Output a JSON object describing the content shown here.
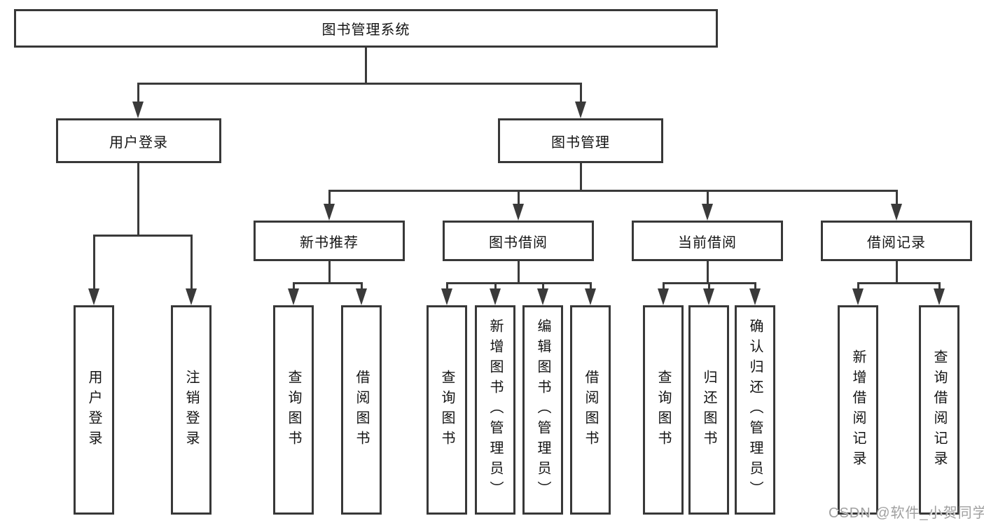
{
  "diagram": {
    "type": "hierarchy-tree",
    "title": "图书管理系统",
    "nodes": {
      "root": {
        "label": "图书管理系统"
      },
      "user_login": {
        "label": "用户登录"
      },
      "book_mgmt": {
        "label": "图书管理"
      },
      "new_book_rec": {
        "label": "新书推荐"
      },
      "book_borrow": {
        "label": "图书借阅"
      },
      "current_borrow": {
        "label": "当前借阅"
      },
      "borrow_records": {
        "label": "借阅记录"
      },
      "leaf_user_login": {
        "label": "用户登录"
      },
      "leaf_logout": {
        "label": "注销登录"
      },
      "leaf_nbr_query": {
        "label": "查询图书"
      },
      "leaf_nbr_borrow": {
        "label": "借阅图书"
      },
      "leaf_bb_query": {
        "label": "查询图书"
      },
      "leaf_bb_add": {
        "label": "新增图书（管理员）"
      },
      "leaf_bb_edit": {
        "label": "编辑图书（管理员）"
      },
      "leaf_bb_borrow": {
        "label": "借阅图书"
      },
      "leaf_cb_query": {
        "label": "查询图书"
      },
      "leaf_cb_return": {
        "label": "归还图书"
      },
      "leaf_cb_confirm": {
        "label": "确认归还（管理员）"
      },
      "leaf_br_add": {
        "label": "新增借阅记录"
      },
      "leaf_br_query": {
        "label": "查询借阅记录"
      }
    },
    "edges": [
      [
        "root",
        "user_login"
      ],
      [
        "root",
        "book_mgmt"
      ],
      [
        "user_login",
        "leaf_user_login"
      ],
      [
        "user_login",
        "leaf_logout"
      ],
      [
        "book_mgmt",
        "new_book_rec"
      ],
      [
        "book_mgmt",
        "book_borrow"
      ],
      [
        "book_mgmt",
        "current_borrow"
      ],
      [
        "book_mgmt",
        "borrow_records"
      ],
      [
        "new_book_rec",
        "leaf_nbr_query"
      ],
      [
        "new_book_rec",
        "leaf_nbr_borrow"
      ],
      [
        "book_borrow",
        "leaf_bb_query"
      ],
      [
        "book_borrow",
        "leaf_bb_add"
      ],
      [
        "book_borrow",
        "leaf_bb_edit"
      ],
      [
        "book_borrow",
        "leaf_bb_borrow"
      ],
      [
        "current_borrow",
        "leaf_cb_query"
      ],
      [
        "current_borrow",
        "leaf_cb_return"
      ],
      [
        "current_borrow",
        "leaf_cb_confirm"
      ],
      [
        "borrow_records",
        "leaf_br_add"
      ],
      [
        "borrow_records",
        "leaf_br_query"
      ]
    ],
    "colors": {
      "line": "#3a3a3a",
      "box_border": "#383838",
      "text": "#141414",
      "background": "#ffffff",
      "watermark_text_color": "#a0a0a0"
    }
  },
  "watermark": {
    "text": "CSDN @软件_小贺同学"
  }
}
